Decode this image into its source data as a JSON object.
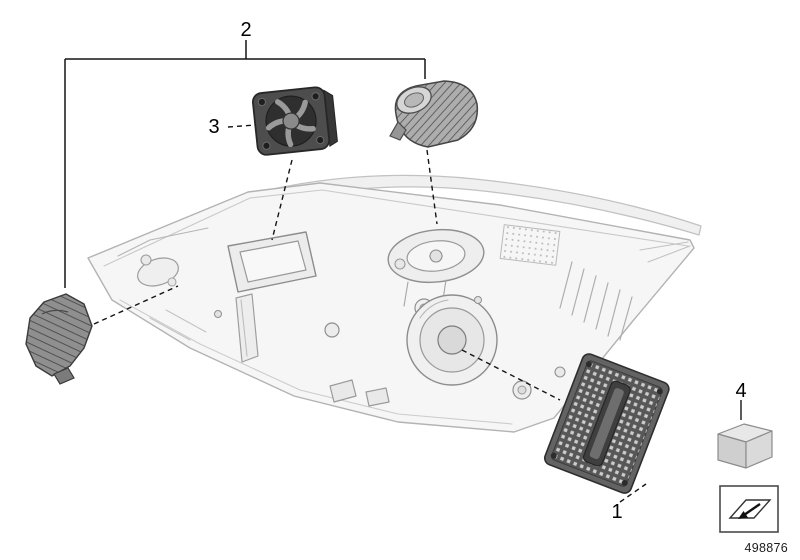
{
  "diagram": {
    "callouts": [
      {
        "label": "1"
      },
      {
        "label": "2"
      },
      {
        "label": "3"
      },
      {
        "label": "4"
      }
    ],
    "part_number": "498876",
    "colors": {
      "leader_line": "#151515",
      "housing_stroke": "#b3b3b3",
      "component_dark": "#4d4d4d"
    }
  }
}
